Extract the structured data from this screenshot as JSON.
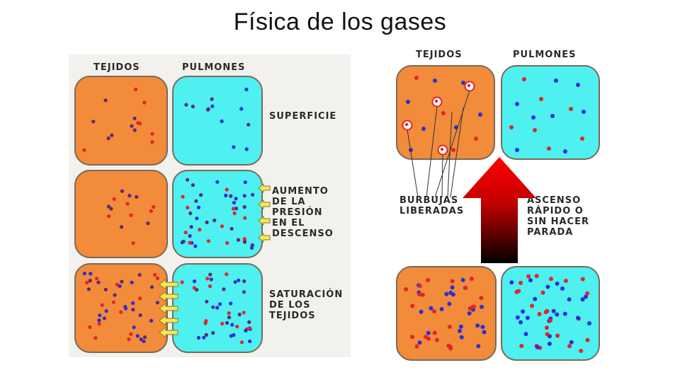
{
  "title": "Física de los gases",
  "left_diagram": {
    "col_tissues": "TEJIDOS",
    "col_lungs": "PULMONES",
    "row1_label": "SUPERFICIE",
    "row2_label": "AUMENTO\nDE LA\nPRESIÓN\nEN EL\nDESCENSO",
    "row3_label": "SATURACIÓN\nDE LOS\nTEJIDOS"
  },
  "right_diagram": {
    "col_tissues": "TEJIDOS",
    "col_lungs": "PULMONES",
    "bubbles_label": "BURBUJAS\nLIBERADAS",
    "ascent_label": "ASCENSO\nRÁPIDO O\nSIN HACER\nPARADA"
  },
  "colors": {
    "tissue": "#f28b3a",
    "lung": "#4ef0f0",
    "dot_red": "#e0262a",
    "dot_blue": "#2b2fd6",
    "dot_purple": "#5a2a7a",
    "arrow_top": "#ff0000",
    "arrow_bottom": "#000000",
    "pressure_arrow": "#f2e85a"
  }
}
